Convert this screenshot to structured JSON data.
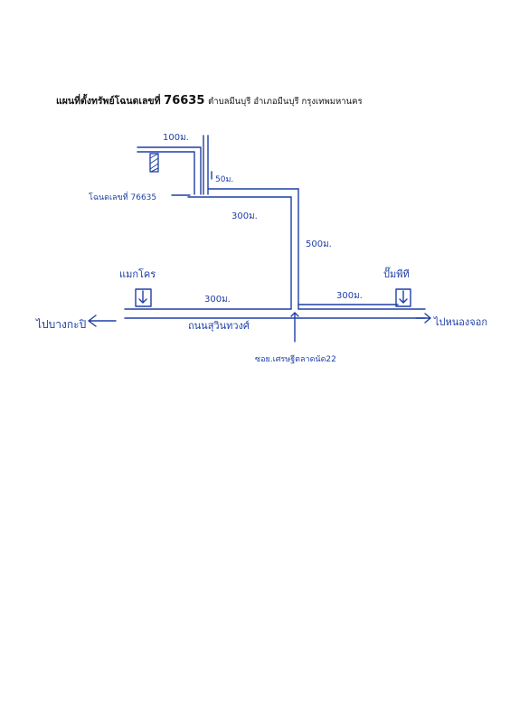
{
  "title": {
    "lead": "แผนที่ตั้งทรัพย์โฉนดเลขที่",
    "number": "76635",
    "location": "ตำบลมีนบุรี อำเภอมีนบุรี กรุงเทพมหานคร"
  },
  "labels": {
    "dist_top": "100ม.",
    "dist_50": "50ม.",
    "dist_300_mid": "300ม.",
    "dist_500": "500ม.",
    "dist_300_left": "300ม.",
    "dist_300_right": "300ม.",
    "deed_label": "โฉนดเลขที่ 76635",
    "makro": "แมกโคร",
    "pump": "ปั๊มพีที",
    "road_name": "ถนนสุวินทวงศ์",
    "to_left": "ไปบางกะปิ",
    "to_right": "ไปหนองจอก",
    "soi_label": "ซอย.เศรษฐีตลาดนัด22"
  },
  "colors": {
    "ink": "#1f3fa6",
    "title": "#111111"
  }
}
